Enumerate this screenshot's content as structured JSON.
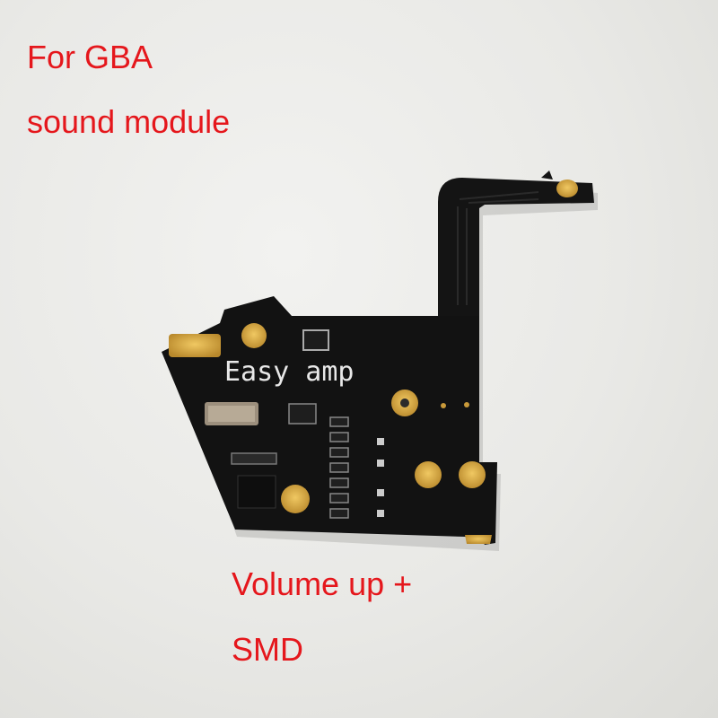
{
  "captions": {
    "line1": "For GBA",
    "line2": "sound module",
    "line3": "Volume up +",
    "line4": "SMD"
  },
  "board": {
    "silkscreen": "Easy amp",
    "colors": {
      "pcb": "#121212",
      "pad": "#d4a642",
      "text": "#e5171c"
    }
  }
}
